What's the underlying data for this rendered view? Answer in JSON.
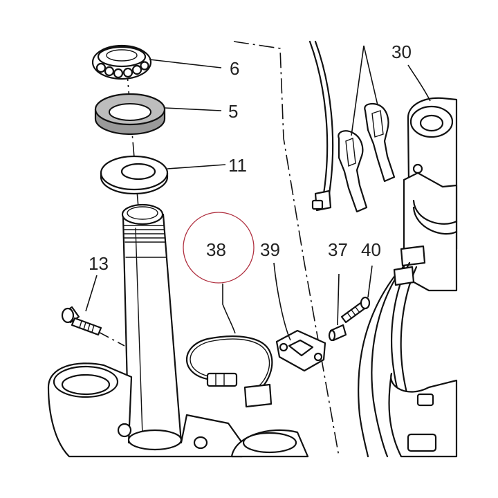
{
  "callouts": {
    "c6": "6",
    "c5": "5",
    "c11": "11",
    "c13": "13",
    "c38": "38",
    "c39": "39",
    "c37": "37",
    "c40": "40",
    "c30": "30"
  },
  "colors": {
    "line": "#111111",
    "seal_fill": "#9a9a9a",
    "highlight_circle": "#b03040",
    "background": "#ffffff"
  }
}
